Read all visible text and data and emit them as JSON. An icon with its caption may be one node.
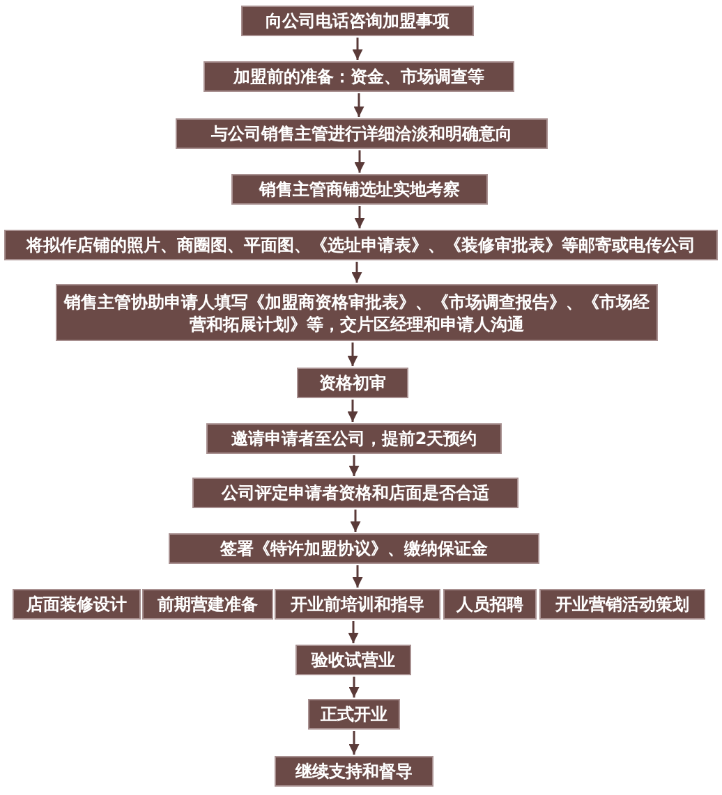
{
  "diagram": {
    "nodes": [
      {
        "text": [
          "向公司电话咨询加盟事项"
        ]
      },
      {
        "text": [
          "加盟前的准备：资金、市场调查等"
        ]
      },
      {
        "text": [
          "与公司销售主管进行详细洽淡和明确意向"
        ]
      },
      {
        "text": [
          "销售主管商铺选址实地考察"
        ]
      },
      {
        "text": [
          "将拟作店铺的照片、商圈图、平面图、《选址申请表》、《装修审批表》等邮寄或电传公司"
        ]
      },
      {
        "text": [
          "销售主管协助申请人填写《加盟商资格审批表》、《市场调查报告》、《市场经营和拓展计划》等，交片区经理和申请人沟通"
        ]
      },
      {
        "text": [
          "资格初审"
        ]
      },
      {
        "text": [
          "邀请申请者至公司，提前2天预约"
        ]
      },
      {
        "text": [
          "公司评定申请者资格和店面是否合适"
        ]
      },
      {
        "text": [
          "签署《特许加盟协议》、缴纳保证金"
        ]
      },
      {
        "text": [
          "店面装修设计"
        ]
      },
      {
        "text": [
          "前期营建准备"
        ]
      },
      {
        "text": [
          "开业前培训和指导"
        ]
      },
      {
        "text": [
          "人员招聘"
        ]
      },
      {
        "text": [
          "开业营销活动策划"
        ]
      },
      {
        "text": [
          "验收试营业"
        ]
      },
      {
        "text": [
          "正式开业"
        ]
      },
      {
        "text": [
          "继续支持和督导"
        ]
      }
    ],
    "edges": [
      {
        "from": 0,
        "to": 1,
        "arrow": "to"
      },
      {
        "from": 1,
        "to": 2,
        "arrow": "to"
      },
      {
        "from": 2,
        "to": 3,
        "arrow": "to"
      },
      {
        "from": 3,
        "to": 4,
        "arrow": "to"
      },
      {
        "from": 4,
        "to": 5,
        "arrow": "to"
      },
      {
        "from": 5,
        "to": 6,
        "arrow": "to"
      },
      {
        "from": 6,
        "to": 7,
        "arrow": "to"
      },
      {
        "from": 7,
        "to": 8,
        "arrow": "to"
      },
      {
        "from": 8,
        "to": 9,
        "arrow": "to"
      },
      {
        "from": 9,
        "to": 12,
        "arrow": "to"
      },
      {
        "from": 12,
        "to": 15,
        "arrow": "to"
      },
      {
        "from": 15,
        "to": 16,
        "arrow": "to"
      },
      {
        "from": 16,
        "to": 17,
        "arrow": "to"
      }
    ]
  }
}
